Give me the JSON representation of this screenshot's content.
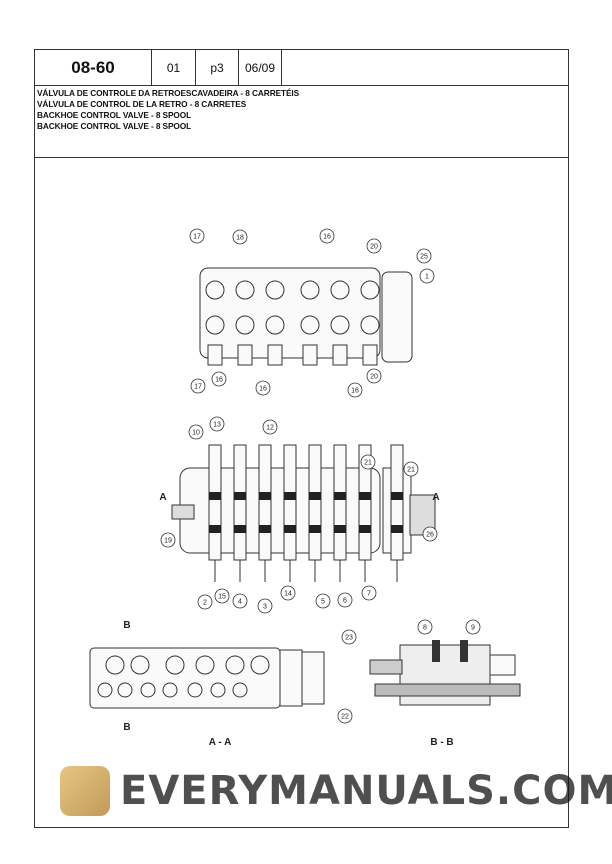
{
  "header": {
    "code": "08-60",
    "revision": "01",
    "page": "p3",
    "date": "06/09"
  },
  "titles": [
    "VÁLVULA DE CONTROLE DA RETROESCAVADEIRA - 8 CARRETÉIS",
    "VÁLVULA DE CONTROL DE LA RETRO - 8 CARRETES",
    "BACKHOE CONTROL VALVE - 8 SPOOL",
    "BACKHOE CONTROL VALVE - 8 SPOOL"
  ],
  "diagram": {
    "callouts_top": [
      "17",
      "18",
      "16",
      "20",
      "25",
      "1",
      "17",
      "16",
      "16",
      "16",
      "20"
    ],
    "callouts_mid": [
      "10",
      "13",
      "12",
      "21",
      "21",
      "19",
      "26",
      "2",
      "15",
      "4",
      "3",
      "14",
      "5",
      "6",
      "7"
    ],
    "callouts_bottom": [
      "23",
      "22",
      "8",
      "9"
    ],
    "section_marks": {
      "a": "A",
      "b": "B"
    },
    "view_labels": [
      "A - A",
      "B - B"
    ]
  },
  "watermark": "EVERYMANUALS.COM"
}
